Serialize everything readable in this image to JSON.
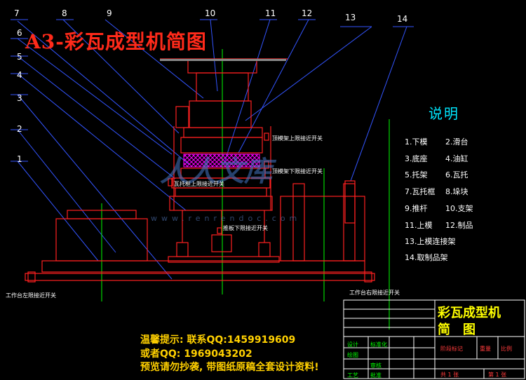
{
  "title": "A3-彩瓦成型机简图",
  "part_numbers": [
    "1",
    "2",
    "3",
    "4",
    "5",
    "6",
    "7",
    "8",
    "9",
    "10",
    "11",
    "12",
    "13",
    "14"
  ],
  "legend": {
    "heading": "说明",
    "items": [
      "1.下模",
      "2.滑台",
      "3.底座",
      "4.油缸",
      "5.托架",
      "6.瓦托",
      "7.瓦托框",
      "8.垛块",
      "9.推杆",
      "10.支架",
      "11.上模",
      "12.制品",
      "13.上模连接架",
      "14.取制品架"
    ]
  },
  "annotations": {
    "upper_mold_up_switch": "顶模架上限接近开关",
    "upper_mold_down_switch": "顶模架下限接近开关",
    "tray_up_switch": "瓦托框上限接近开关",
    "pusher_down_switch": "推板下限接近开关",
    "table_left_switch": "工作台左限接近开关",
    "table_right_switch": "工作台右限接近开关"
  },
  "watermark": {
    "text": "人人文库",
    "url": "www.renrendoc.com"
  },
  "warning": {
    "line1": "温馨提示: 联系QQ:1459919609",
    "line2": "或者QQ: 1969043202",
    "line3": "预览请勿抄袭, 带图纸原稿全套设计资料!"
  },
  "title_block": {
    "name_line1": "彩瓦成型机",
    "name_line2": "简　图",
    "design": "设计",
    "drawing": "绘图",
    "standard": "标准化",
    "review": "审核",
    "process": "工艺",
    "approve": "批准",
    "stage_mark": "阶段标记",
    "weight": "重量",
    "scale": "比例",
    "sheet_total": "共 1 张",
    "sheet_no": "第 1 张"
  },
  "colors": {
    "background": "#000000",
    "structure": "#ff2020",
    "leader": "#3355ff",
    "centerline": "#00ff00",
    "hatch": "#ff00ff",
    "legend_heading": "#00e8ff"
  }
}
